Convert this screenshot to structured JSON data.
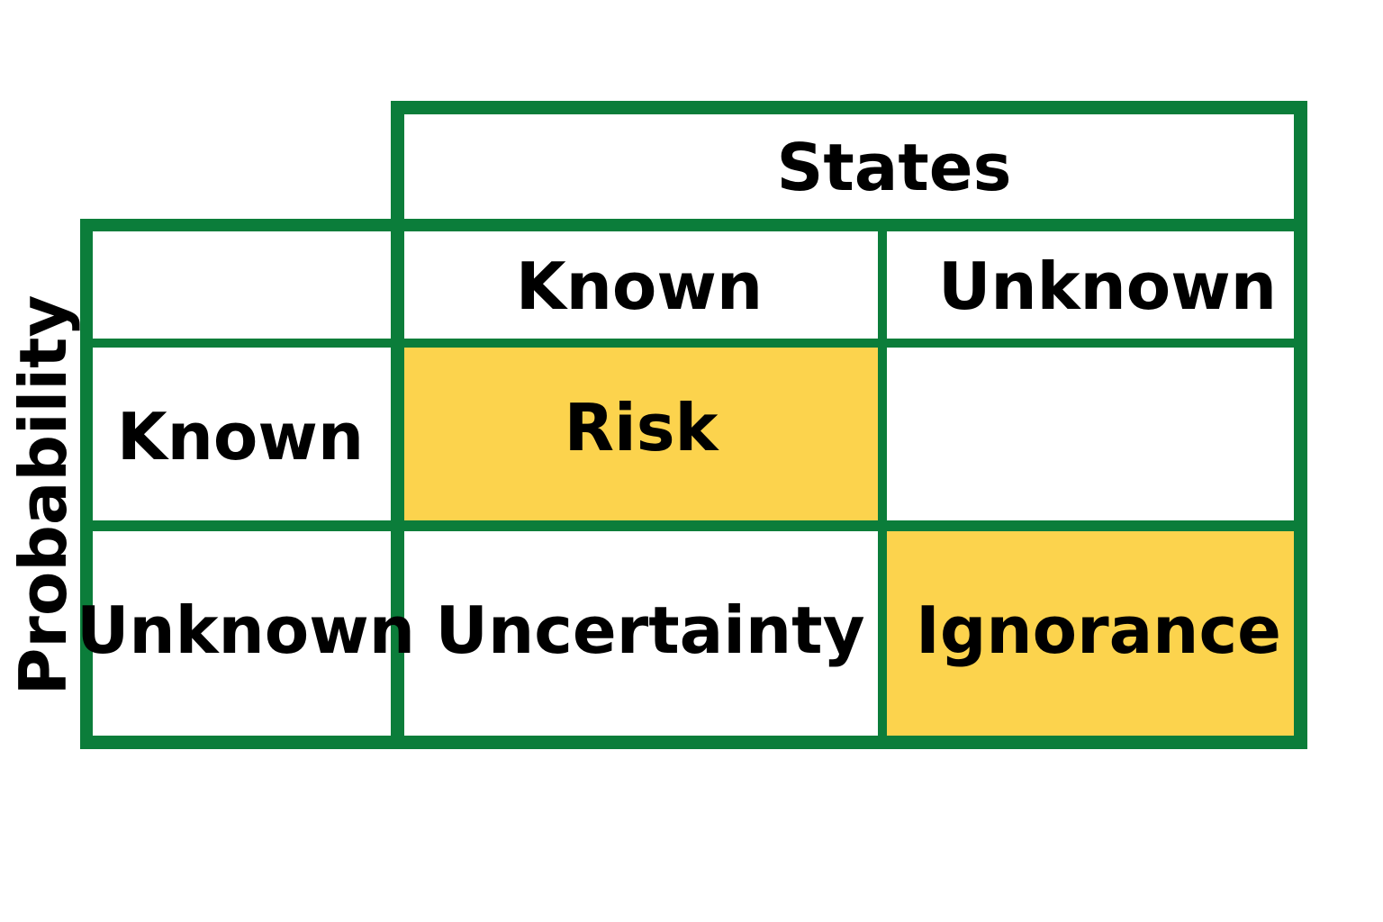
{
  "diagram": {
    "title_top": "States",
    "title_side": "Probability",
    "column_headers": [
      "Known",
      "Unknown"
    ],
    "row_headers": [
      "Known",
      "Unknown"
    ],
    "cells": [
      [
        "Risk",
        ""
      ],
      [
        "Uncertainty",
        "Ignorance"
      ]
    ],
    "colors": {
      "border": "#0B7D3A",
      "highlight": "#FCD34D",
      "background": "#FFFFFF",
      "text": "#000000"
    }
  }
}
